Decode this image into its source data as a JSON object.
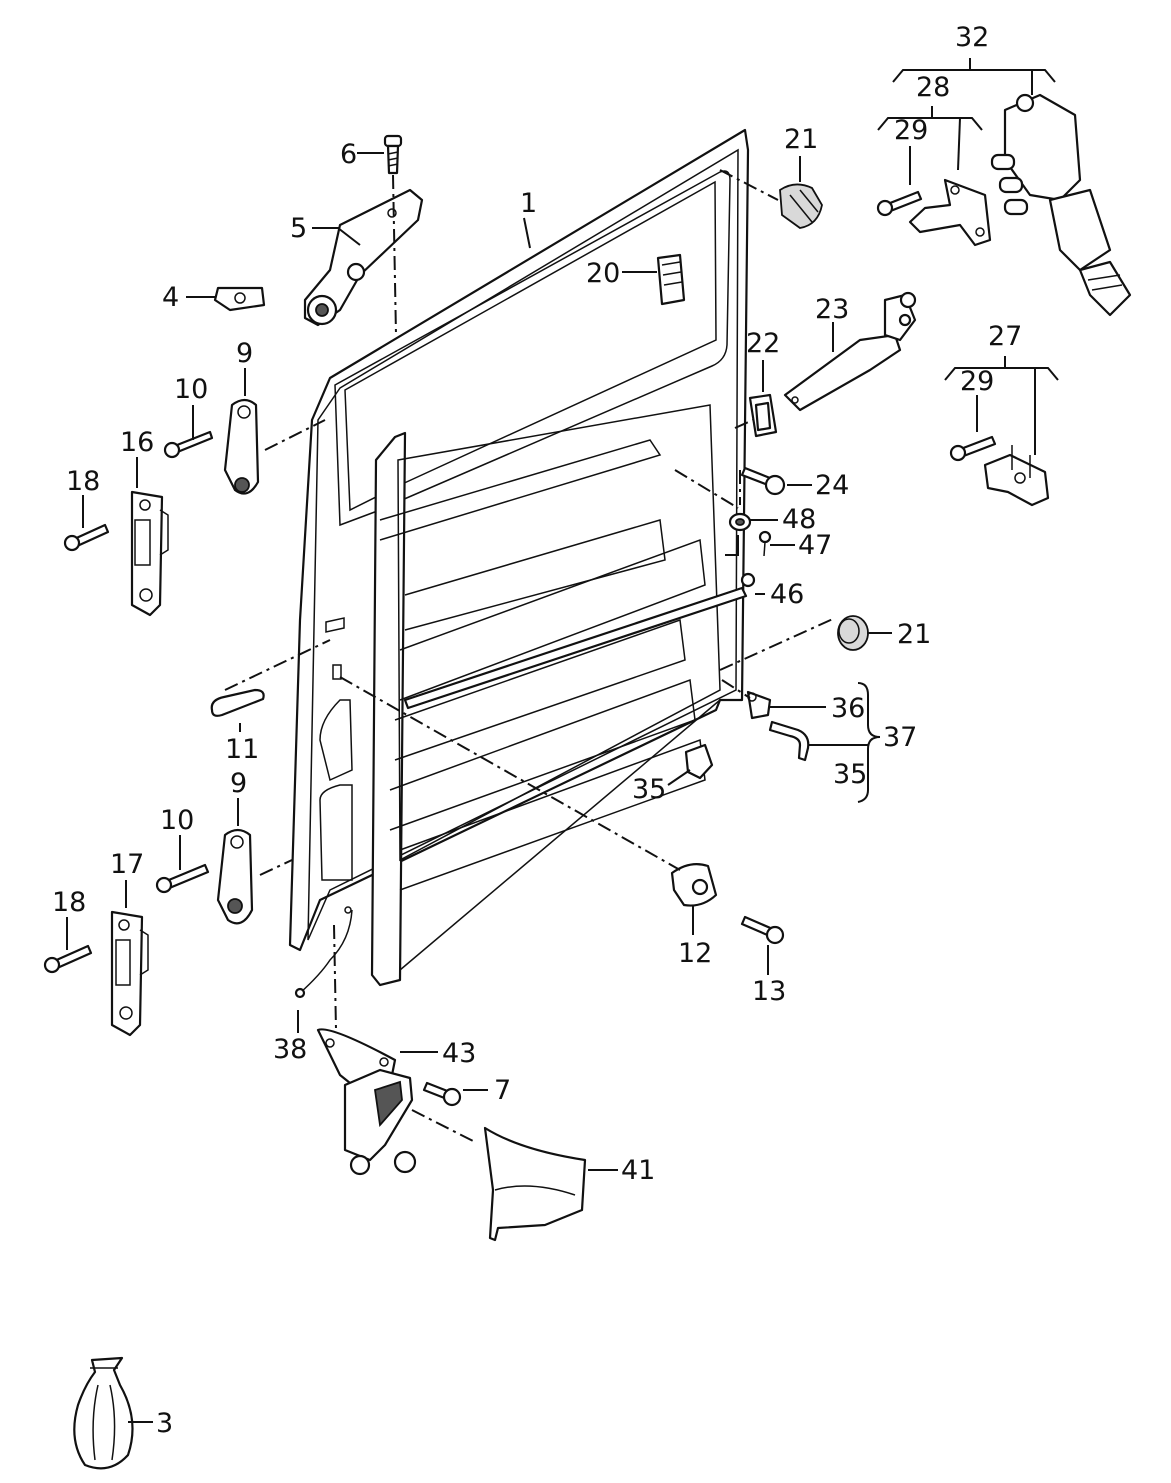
{
  "labels": {
    "l1": "1",
    "l3": "3",
    "l4": "4",
    "l5": "5",
    "l6": "6",
    "l7": "7",
    "l9a": "9",
    "l9b": "9",
    "l10a": "10",
    "l10b": "10",
    "l11": "11",
    "l12": "12",
    "l13": "13",
    "l16": "16",
    "l17": "17",
    "l18a": "18",
    "l18b": "18",
    "l20": "20",
    "l21a": "21",
    "l21b": "21",
    "l22": "22",
    "l23": "23",
    "l24": "24",
    "l27": "27",
    "l28": "28",
    "l29a": "29",
    "l29b": "29",
    "l32": "32",
    "l35a": "35",
    "l35b": "35",
    "l36": "36",
    "l37": "37",
    "l38": "38",
    "l41": "41",
    "l43": "43",
    "l46": "46",
    "l47": "47",
    "l48": "48"
  }
}
